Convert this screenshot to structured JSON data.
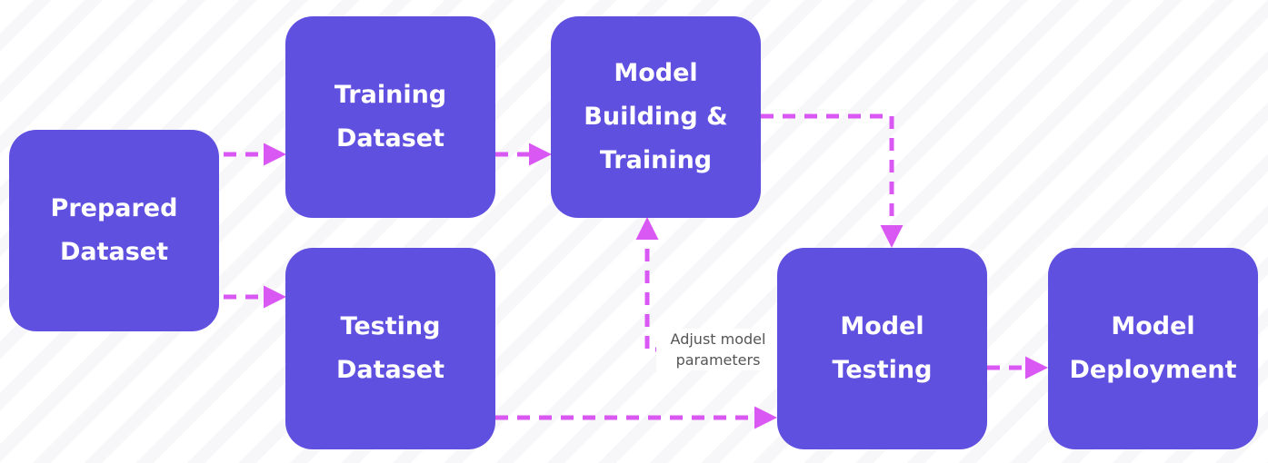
{
  "nodes": {
    "prepared": [
      "Prepared",
      "Dataset"
    ],
    "training": [
      "Training",
      "Dataset"
    ],
    "testing": [
      "Testing",
      "Dataset"
    ],
    "building": [
      "Model",
      "Building &",
      "Training"
    ],
    "model_testing": [
      "Model",
      "Testing"
    ],
    "deployment": [
      "Model",
      "Deployment"
    ]
  },
  "edges": {
    "adjust_label": [
      "Adjust model",
      "parameters"
    ]
  },
  "colors": {
    "node_fill": "#6050e0",
    "node_text": "#ffffff",
    "edge": "#d957f2",
    "label_text": "#555555"
  }
}
